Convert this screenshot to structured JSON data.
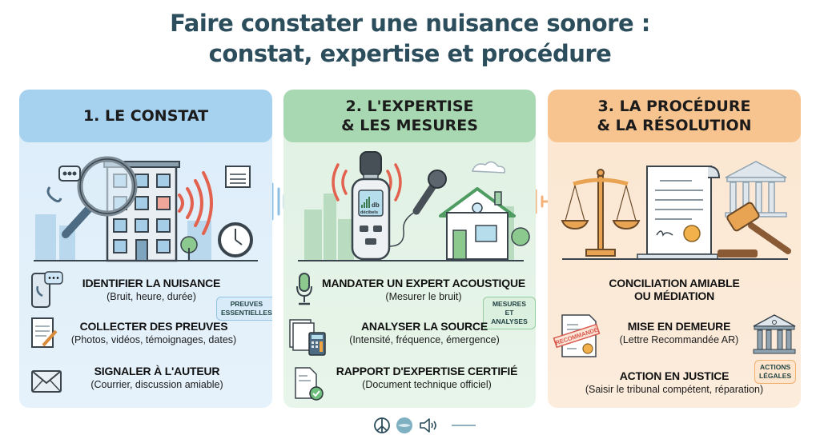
{
  "title": {
    "line1": "Faire constater une nuisance sonore :",
    "line2": "constat, expertise et procédure"
  },
  "colors": {
    "title": "#2b4d5c",
    "panel1_header": "#a6d1ef",
    "panel2_header": "#a8d8b2",
    "panel3_header": "#f7c48f",
    "sound_waves": "#e2614f"
  },
  "panels": [
    {
      "header_line1": "1. LE CONSTAT",
      "header_line2": "",
      "illustration": [
        "phone-chat-icon",
        "magnifying-glass-icon",
        "apartment-building-icon",
        "sound-waves-icon",
        "notepad-icon",
        "clock-icon",
        "tree-icon"
      ],
      "items": [
        {
          "title": "IDENTIFIER LA NUISANCE",
          "subtitle": "(Bruit, heure, durée)",
          "icon": "phone-chat-icon"
        },
        {
          "title": "COLLECTER DES PREUVES",
          "subtitle": "(Photos, vidéos, témoignages, dates)",
          "icon": "notepad-pencil-icon"
        },
        {
          "title": "SIGNALER À L'AUTEUR",
          "subtitle": "(Courrier, discussion amiable)",
          "icon": "envelope-icon"
        }
      ],
      "badge": {
        "line1": "PREUVES",
        "line2": "ESSENTIELLES"
      }
    },
    {
      "header_line1": "2. L'EXPERTISE",
      "header_line2": "& LES MESURES",
      "illustration": [
        "sound-level-meter-icon",
        "microphone-icon",
        "house-icon",
        "cloud-icon",
        "city-skyline-icon"
      ],
      "meter_display": {
        "unit": "db",
        "label": "décibels"
      },
      "items": [
        {
          "title": "MANDATER UN EXPERT ACOUSTIQUE",
          "subtitle": "(Mesurer le bruit)",
          "icon": "microphone-icon"
        },
        {
          "title": "ANALYSER LA SOURCE",
          "subtitle": "(Intensité, fréquence, émergence)",
          "icon": "calculator-documents-icon"
        },
        {
          "title": "RAPPORT D'EXPERTISE CERTIFIÉ",
          "subtitle": "(Document technique officiel)",
          "icon": "certified-document-icon"
        }
      ],
      "badge": {
        "line1": "MESURES",
        "line2": "ET ANALYSES"
      }
    },
    {
      "header_line1": "3. LA PROCÉDURE",
      "header_line2": "& LA RÉSOLUTION",
      "illustration": [
        "scales-of-justice-icon",
        "scroll-document-icon",
        "courthouse-icon",
        "gavel-icon"
      ],
      "items": [
        {
          "title": "CONCILIATION AMIABLE",
          "title2": "OU MÉDIATION",
          "subtitle": ""
        },
        {
          "title": "MISE EN DEMEURE",
          "subtitle": "(Lettre Recommandée AR)",
          "icon": "registered-letter-icon",
          "stamp": "RECOMMANDÉ"
        },
        {
          "title": "ACTION EN JUSTICE",
          "subtitle": "(Saisir le tribunal compétent, réparation)",
          "icon": "courthouse-icon"
        }
      ],
      "badge": {
        "line1": "ACTIONS",
        "line2": "LÉGALES"
      }
    }
  ],
  "footer": {
    "icons": [
      "peace-icon",
      "globe-icon",
      "speaker-icon"
    ]
  }
}
